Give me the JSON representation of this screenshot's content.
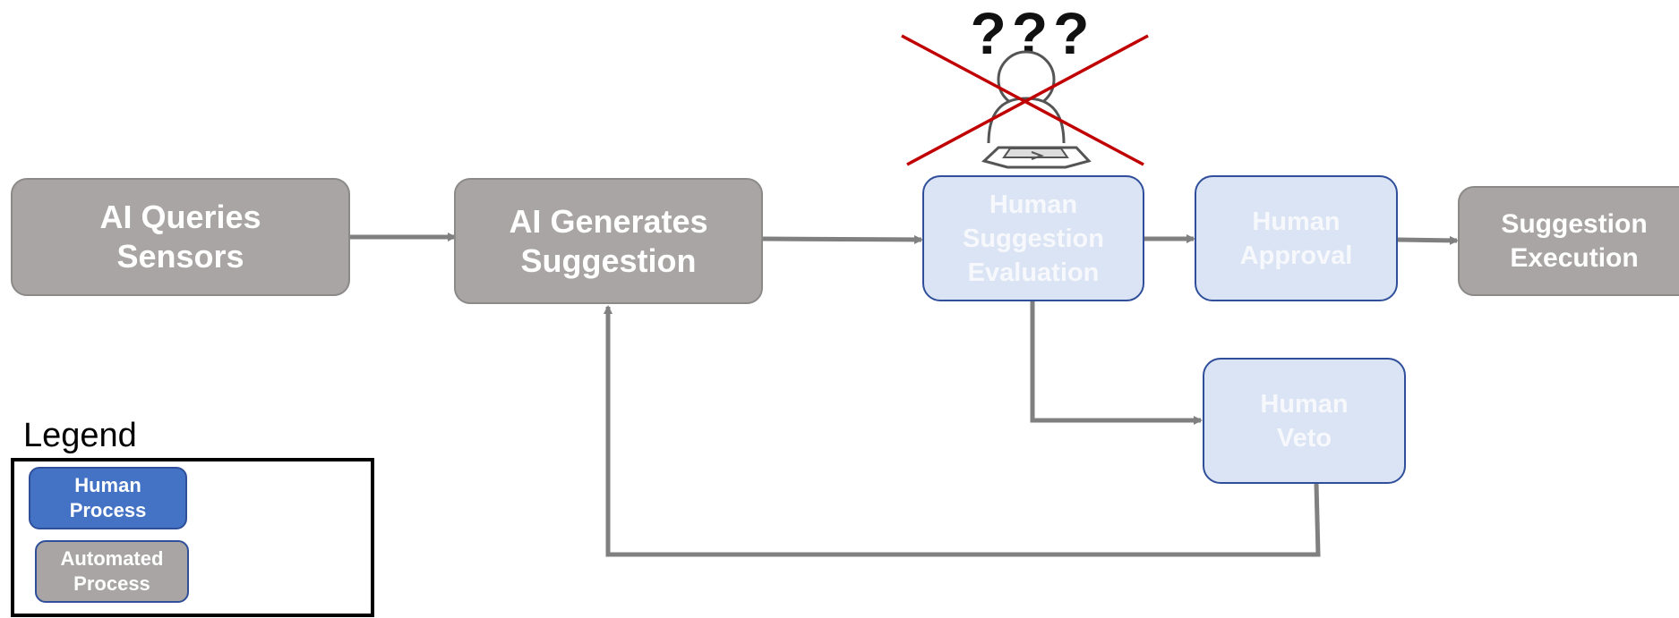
{
  "nodes": {
    "ai_queries_sensors": "AI Queries\nSensors",
    "ai_generates_suggestion": "AI Generates\nSuggestion",
    "human_suggestion_evaluation": "Human\nSuggestion\nEvaluation",
    "human_approval": "Human\nApproval",
    "suggestion_execution": "Suggestion\nExecution",
    "human_veto": "Human\nVeto"
  },
  "overlay": {
    "question_marks": "???",
    "person_icon": "confused-person-icon",
    "cross_icon": "red-x-icon"
  },
  "legend": {
    "title": "Legend",
    "items": [
      {
        "label": "Human\nProcess",
        "color": "#4472c4"
      },
      {
        "label": "Automated\nProcess",
        "color": "#a8a5a4"
      }
    ]
  },
  "colors": {
    "automated": "#a8a5a4",
    "human_faded": "#dbe4f4",
    "human_border": "#2f4f9a",
    "arrow": "#808080",
    "cross": "#c00000"
  }
}
